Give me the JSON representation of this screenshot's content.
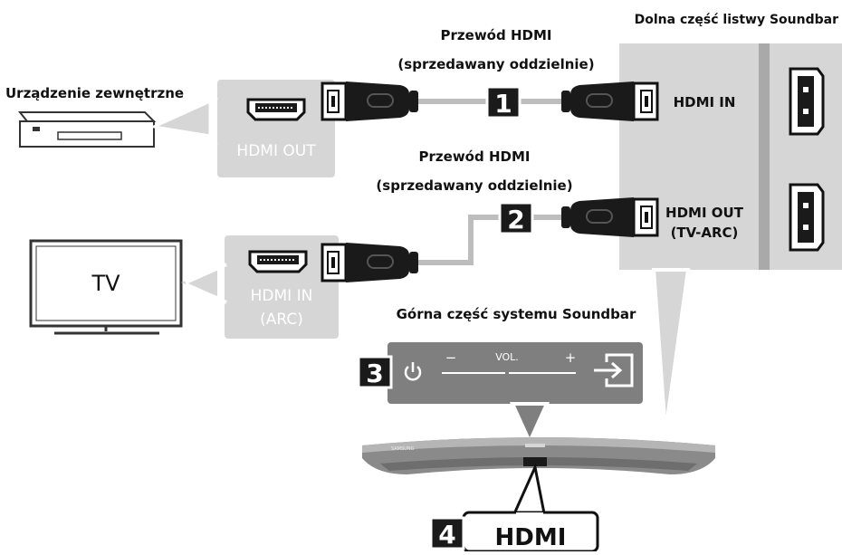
{
  "labels": {
    "external_device": "Urządzenie zewnętrzne",
    "tv": "TV",
    "cable1_line1": "Przewód HDMI",
    "cable1_line2": "(sprzedawany oddzielnie)",
    "cable2_line1": "Przewód HDMI",
    "cable2_line2": "(sprzedawany oddzielnie)",
    "soundbar_bottom": "Dolna część listwy Soundbar",
    "soundbar_top": "Górna część systemu Soundbar",
    "hdmi_out": "HDMI OUT",
    "hdmi_in_arc_1": "HDMI IN",
    "hdmi_in_arc_2": "(ARC)",
    "sb_hdmi_in": "HDMI IN",
    "sb_hdmi_out_1": "HDMI OUT",
    "sb_hdmi_out_2": "(TV-ARC)",
    "vol": "VOL.",
    "minus": "−",
    "plus": "+",
    "hdmi_bottom": "HDMI",
    "brand": "SAMSUNG"
  },
  "steps": [
    "1",
    "2",
    "3",
    "4"
  ],
  "colors": {
    "panel_gray": "#d6d6d6",
    "panel_dark": "#a9a9a9",
    "control_gray": "#7f7f7f",
    "black": "#1a1a1a",
    "cable": "#bdbdbd"
  }
}
